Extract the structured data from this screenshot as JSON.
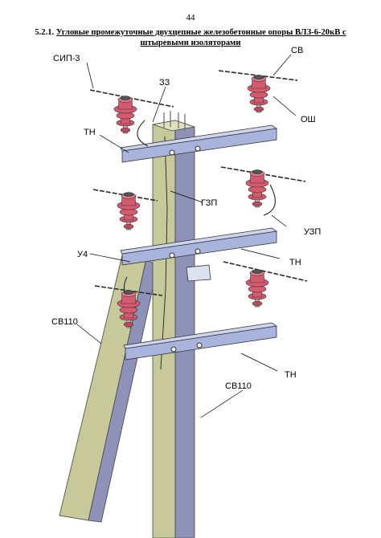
{
  "page_number": "44",
  "heading": {
    "number": "5.2.1.",
    "text": "Угловые промежуточные двухцепные железобетонные опоры ВЛЗ-6-20кВ с штыревыми изоляторами"
  },
  "labels": {
    "sip3": "СИП-3",
    "sv": "СВ",
    "zz": "ЗЗ",
    "osh": "ОШ",
    "tn_top": "ТН",
    "gzp": "ГЗП",
    "uzp": "УЗП",
    "u4": "У4",
    "tn_mid": "ТН",
    "sv110_left": "СВ110",
    "tn_bottom": "ТН",
    "sv110_right": "СВ110"
  },
  "colors": {
    "pole_front": "#c7c99a",
    "pole_side": "#8e92b8",
    "crossarm": "#a9b4dc",
    "insulator": "#d65a6e",
    "wire": "#2a2a2a"
  }
}
